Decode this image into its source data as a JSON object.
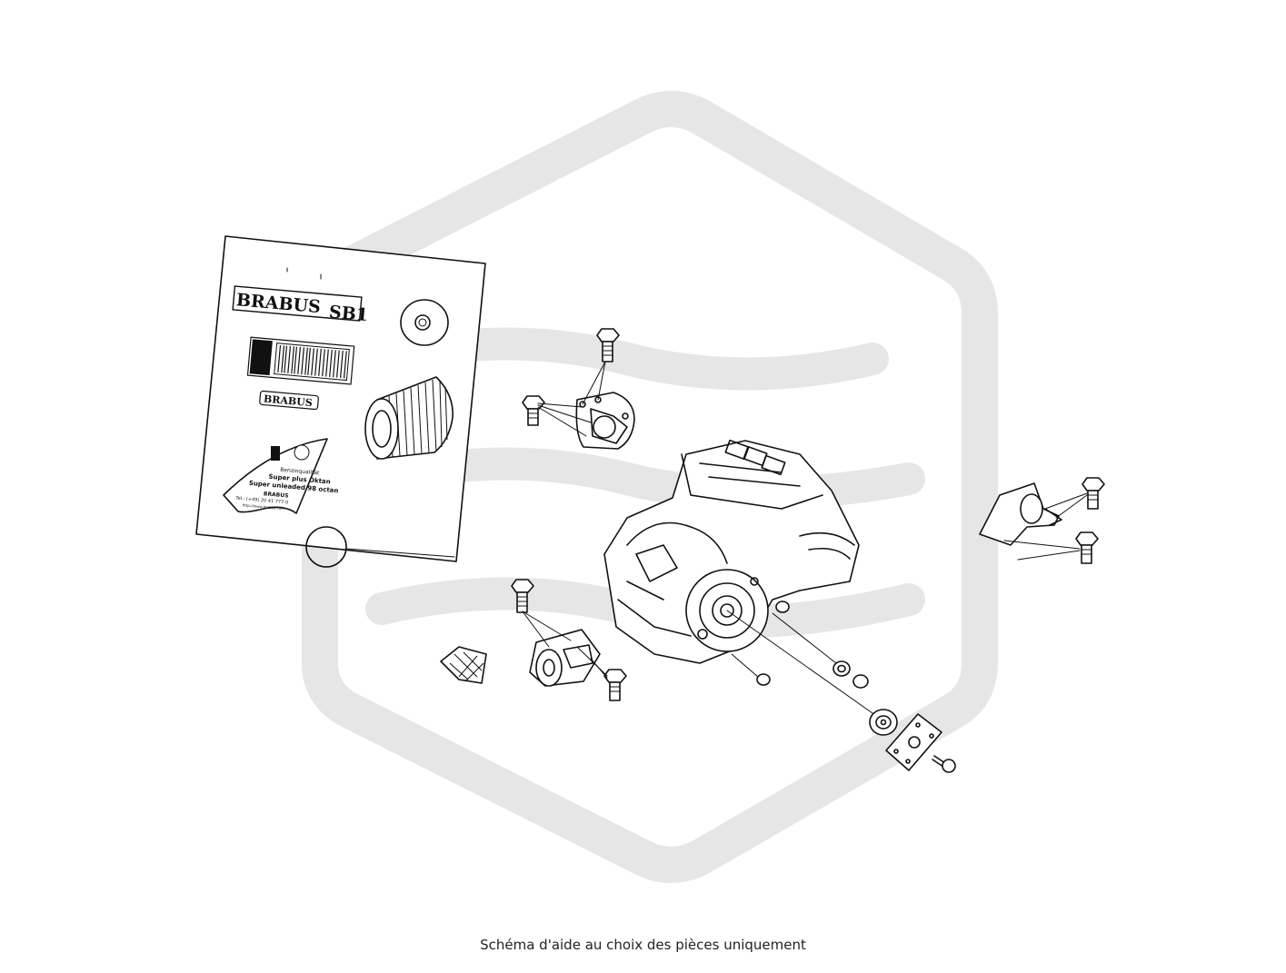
{
  "watermark": {
    "icon": "hexagon-waves-logo-icon",
    "color": "#e6e6e6"
  },
  "sticker_sheet": {
    "logo_text": "BRABUS",
    "model_text": "SB1",
    "small_badge_text": "BRABUS",
    "fuel_label": {
      "line1": "Benzinqualität",
      "line2": "Super plus Oktan",
      "line3": "Super unleaded 98 octan",
      "brand": "BRABUS",
      "phone": "Tel.: (+49) 20 41 777-0",
      "web": "http://www.brabus.com"
    }
  },
  "caption": "Schéma d'aide au choix des pièces uniquement"
}
